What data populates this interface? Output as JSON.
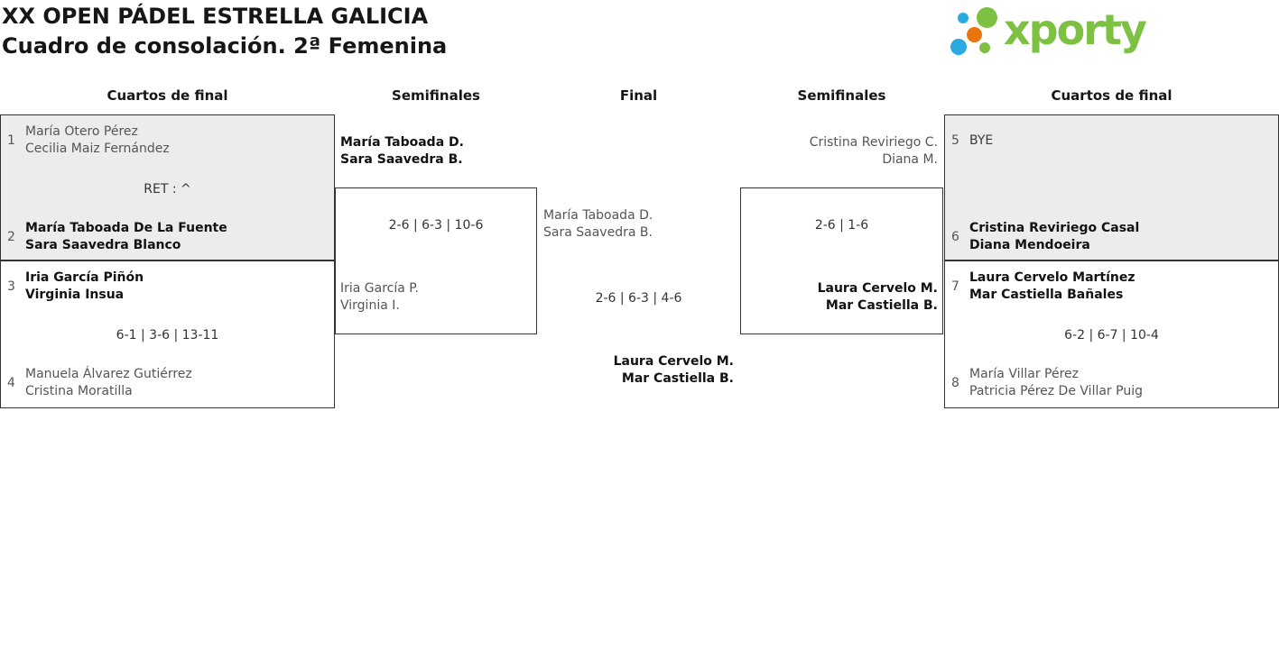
{
  "title": {
    "line1": "XX OPEN PÁDEL ESTRELLA GALICIA",
    "line2": "Cuadro de consolación. 2ª Femenina"
  },
  "logo": {
    "brand": "xporty",
    "colors": {
      "green": "#7cc142",
      "blue": "#29abe2",
      "orange": "#e8750e"
    }
  },
  "rounds": {
    "qf_left": "Cuartos de final",
    "sf_left": "Semifinales",
    "final": "Final",
    "sf_right": "Semifinales",
    "qf_right": "Cuartos de final"
  },
  "quarterfinals": {
    "m1": {
      "seed1": "1",
      "team1": {
        "p1": "María Otero Pérez",
        "p2": "Cecilia Maiz Fernández"
      },
      "score": "RET : ^",
      "seed2": "2",
      "team2": {
        "p1": "María Taboada De La Fuente",
        "p2": "Sara Saavedra Blanco"
      }
    },
    "m2": {
      "seed1": "3",
      "team1": {
        "p1": "Iria García Piñón",
        "p2": "Virginia Insua"
      },
      "score": "6-1 | 3-6 | 13-11",
      "seed2": "4",
      "team2": {
        "p1": "Manuela Álvarez Gutiérrez",
        "p2": "Cristina Moratilla"
      }
    },
    "m3": {
      "seed1": "5",
      "team1": {
        "p1": "BYE",
        "p2": ""
      },
      "score": "",
      "seed2": "6",
      "team2": {
        "p1": "Cristina Reviriego Casal",
        "p2": "Diana Mendoeira"
      }
    },
    "m4": {
      "seed1": "7",
      "team1": {
        "p1": "Laura Cervelo Martínez",
        "p2": "Mar Castiella Bañales"
      },
      "score": "6-2 | 6-7 | 10-4",
      "seed2": "8",
      "team2": {
        "p1": "María Villar Pérez",
        "p2": "Patricia Pérez De Villar Puig"
      }
    }
  },
  "semifinals": {
    "m1": {
      "team1": {
        "p1": "María Taboada D.",
        "p2": "Sara Saavedra B."
      },
      "score": "2-6 | 6-3 | 10-6",
      "team2": {
        "p1": "Iria García P.",
        "p2": "Virginia I."
      }
    },
    "m2": {
      "team1": {
        "p1": "Cristina Reviriego C.",
        "p2": "Diana M."
      },
      "score": "2-6 | 1-6",
      "team2": {
        "p1": "Laura Cervelo M.",
        "p2": "Mar Castiella B."
      }
    }
  },
  "final": {
    "team1": {
      "p1": "María Taboada D.",
      "p2": "Sara Saavedra B."
    },
    "score": "2-6 | 6-3 | 4-6",
    "team2": {
      "p1": "Laura Cervelo M.",
      "p2": "Mar Castiella B."
    }
  }
}
